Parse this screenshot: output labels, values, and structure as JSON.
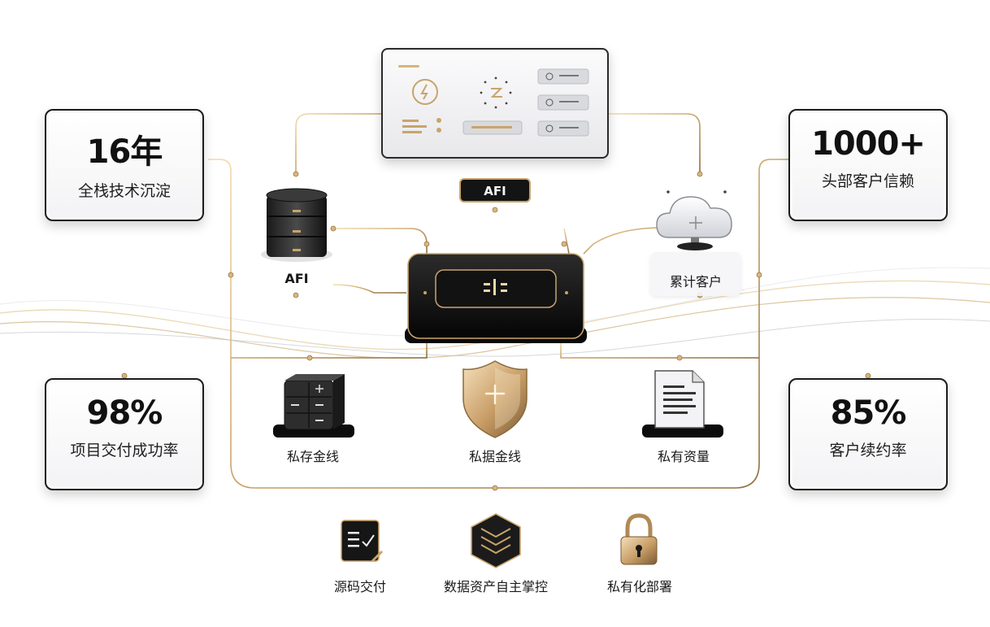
{
  "stats": [
    {
      "value": "16年",
      "label": "全栈技术沉淀"
    },
    {
      "value": "1000+",
      "label": "头部客户信赖"
    },
    {
      "value": "98%",
      "label": "项目交付成功率"
    },
    {
      "value": "85%",
      "label": "客户续约率"
    }
  ],
  "nodes": {
    "database_label": "AFI",
    "top_badge": "AFI",
    "cloud_label": "累计客户",
    "storage_label": "私存金线",
    "shield_label": "私据金线",
    "document_label": "私有资量"
  },
  "features": [
    {
      "label": "源码交付",
      "icon": "document-check-icon"
    },
    {
      "label": "数据资产自主掌控",
      "icon": "layer-cube-icon"
    },
    {
      "label": "私有化部署",
      "icon": "lock-icon"
    }
  ],
  "colors": {
    "gold": "#c9a46c",
    "dark": "#141414"
  }
}
